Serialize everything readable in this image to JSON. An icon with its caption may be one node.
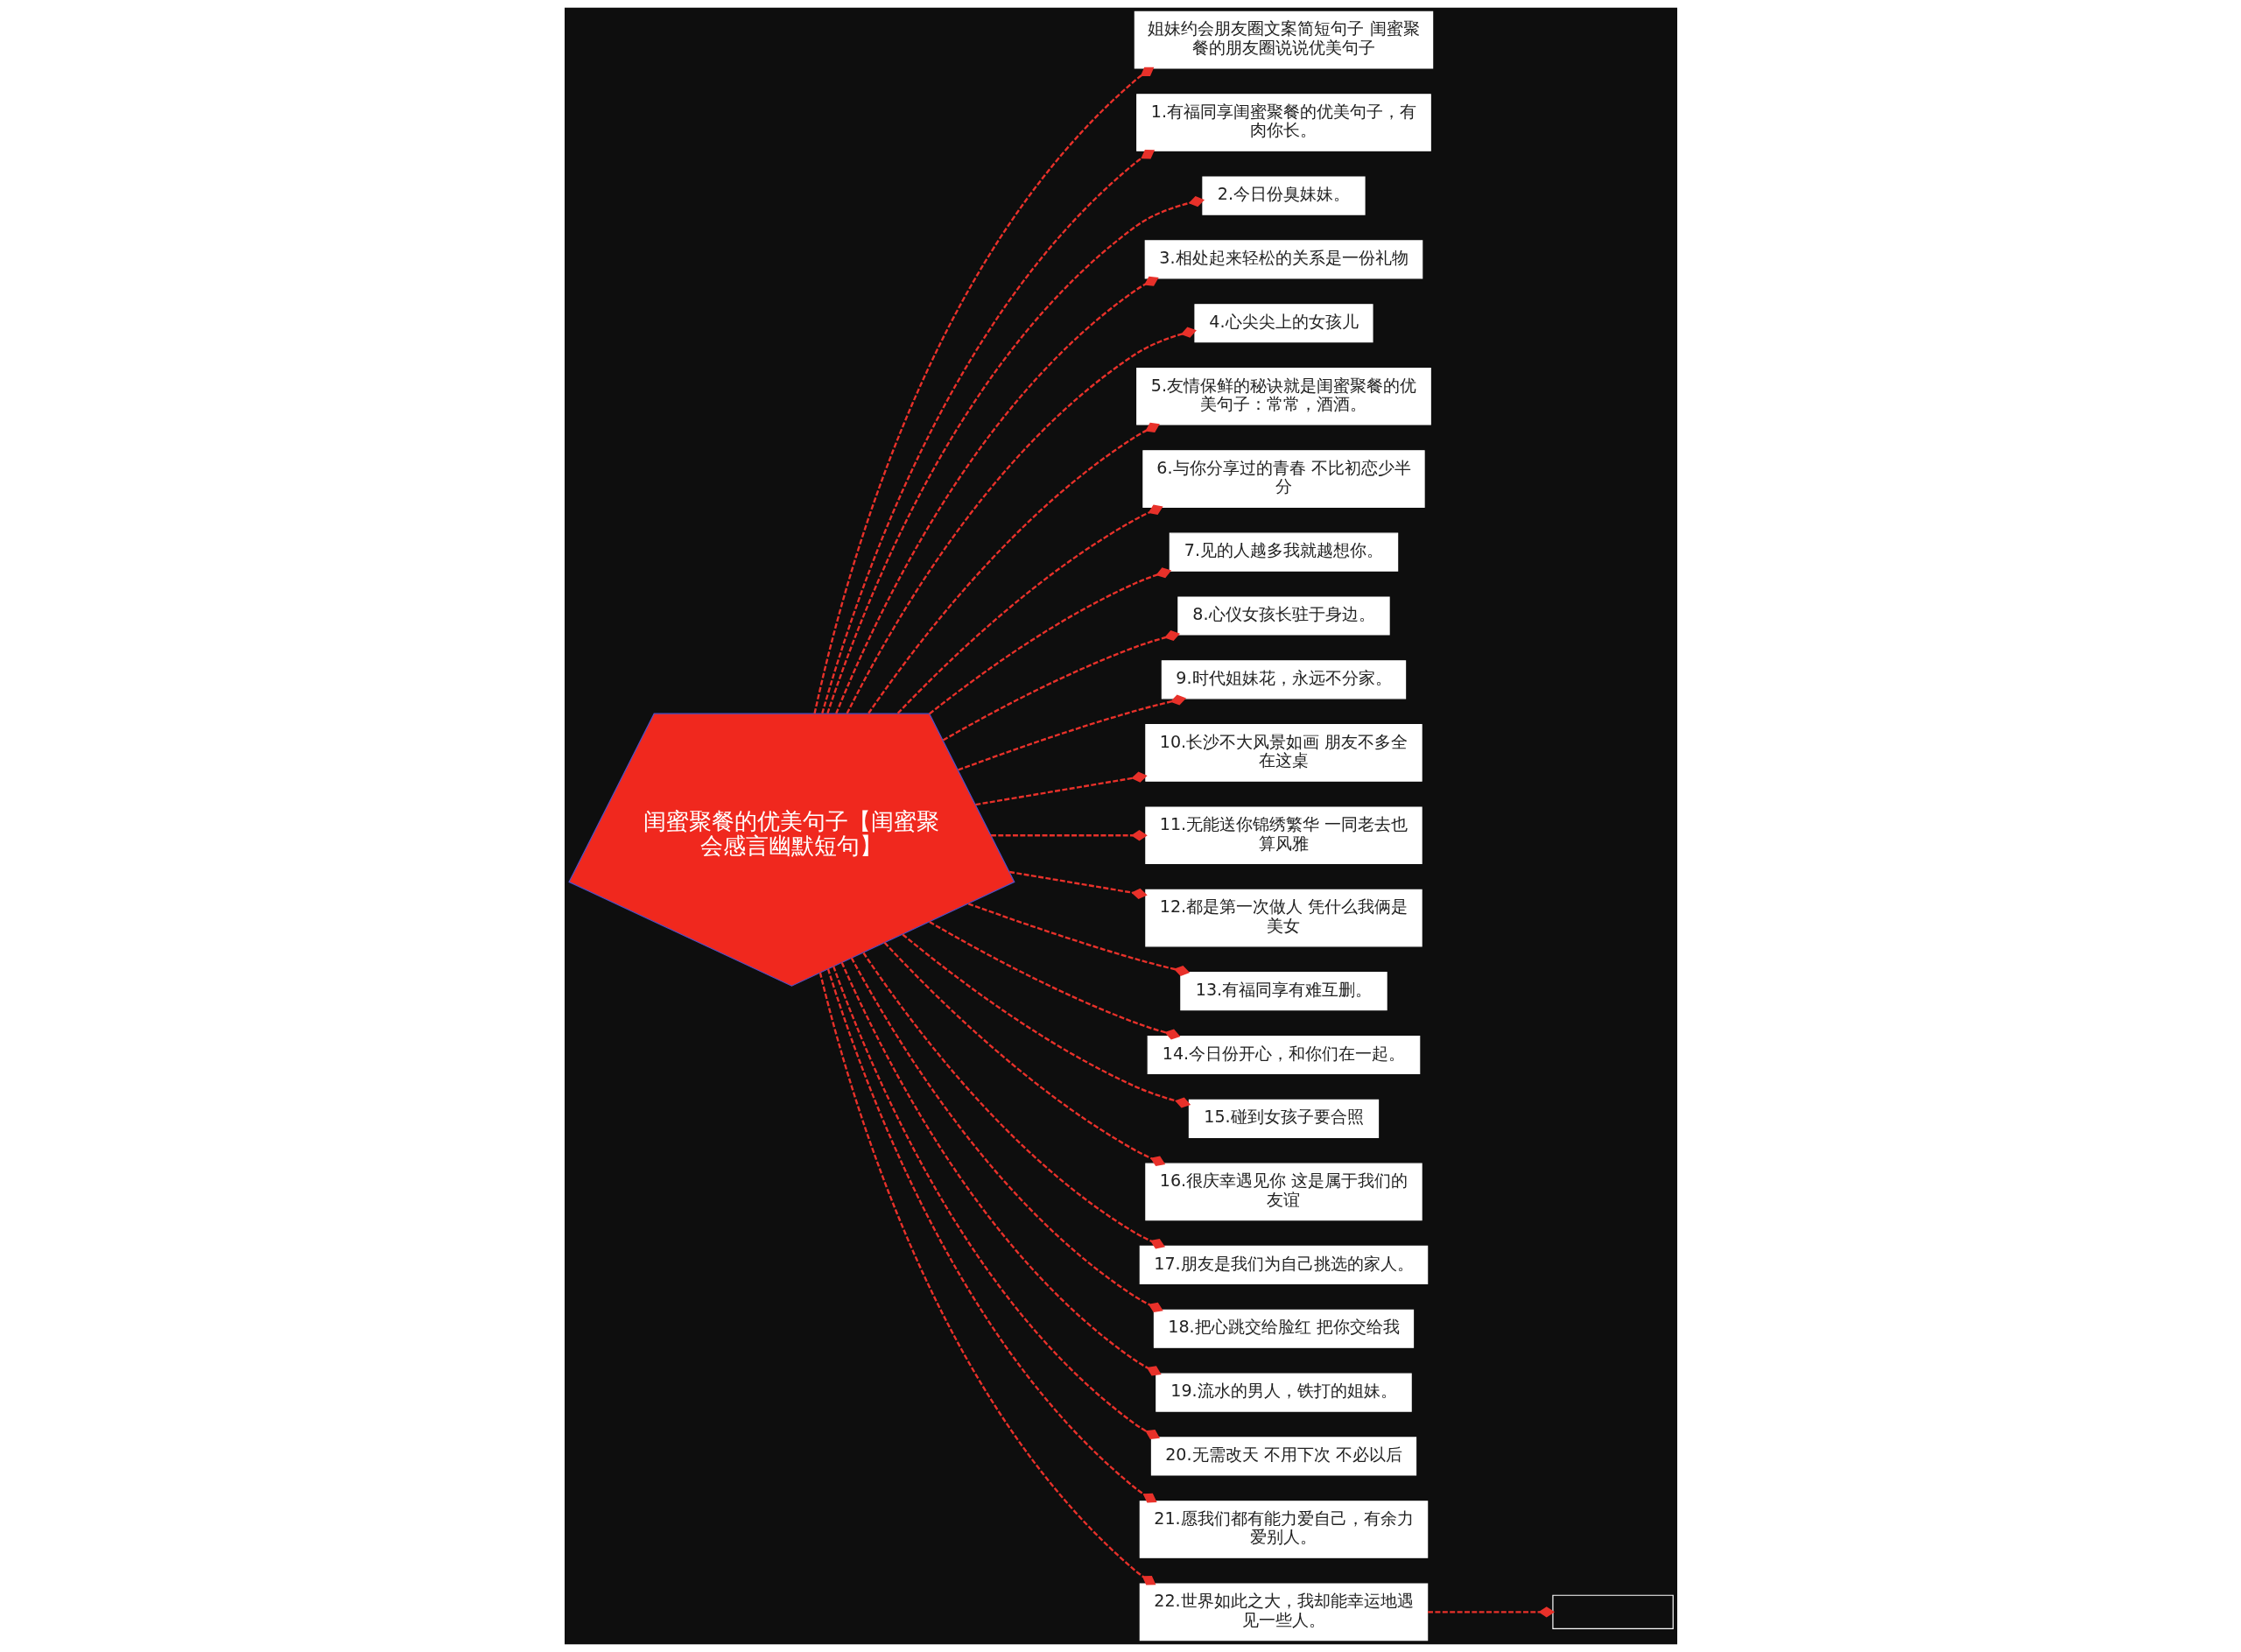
{
  "diagram": {
    "nodes": [
      {
        "text": [
          "闺蜜聚餐的优美句子【闺蜜聚会感言幽默短句】"
        ]
      },
      {
        "text": [
          "姐妹约会朋友圈文案简短句子 闺蜜聚餐的朋友圈说说优美句子"
        ]
      },
      {
        "text": [
          "1.有福同享闺蜜聚餐的优美句子，有肉你长。"
        ]
      },
      {
        "text": [
          "2.今日份臭妹妹。"
        ]
      },
      {
        "text": [
          "3.相处起来轻松的关系是一份礼物"
        ]
      },
      {
        "text": [
          "4.心尖尖上的女孩儿"
        ]
      },
      {
        "text": [
          "5.友情保鲜的秘诀就是闺蜜聚餐的优美句子：常常，酒酒。"
        ]
      },
      {
        "text": [
          "6.与你分享过的青春 不比初恋少半分"
        ]
      },
      {
        "text": [
          "7.见的人越多我就越想你。"
        ]
      },
      {
        "text": [
          "8.心仪女孩长驻于身边。"
        ]
      },
      {
        "text": [
          "9.时代姐妹花，永远不分家。"
        ]
      },
      {
        "text": [
          "10.长沙不大风景如画 朋友不多全在这桌"
        ]
      },
      {
        "text": [
          "11.无能送你锦绣繁华 一同老去也算风雅"
        ]
      },
      {
        "text": [
          "12.都是第一次做人 凭什么我俩是美女"
        ]
      },
      {
        "text": [
          "13.有福同享有难互删。"
        ]
      },
      {
        "text": [
          "14.今日份开心，和你们在一起。"
        ]
      },
      {
        "text": [
          "15.碰到女孩子要合照"
        ]
      },
      {
        "text": [
          "16.很庆幸遇见你 这是属于我们的友谊"
        ]
      },
      {
        "text": [
          "17.朋友是我们为自己挑选的家人。"
        ]
      },
      {
        "text": [
          "18.把心跳交给脸红 把你交给我"
        ]
      },
      {
        "text": [
          "19.流水的男人，铁打的姐妹。"
        ]
      },
      {
        "text": [
          "20.无需改天 不用下次 不必以后"
        ]
      },
      {
        "text": [
          "21.愿我们都有能力爱自己，有余力爱别人。"
        ]
      },
      {
        "text": [
          "22.世界如此之大，我却能幸运地遇见一些人。"
        ]
      },
      {
        "text": [],
        "shape": "box"
      }
    ],
    "edges": [
      {
        "from": 0,
        "to": 1,
        "arrow": "other"
      },
      {
        "from": 0,
        "to": 2,
        "arrow": "other"
      },
      {
        "from": 0,
        "to": 3,
        "arrow": "other"
      },
      {
        "from": 0,
        "to": 4,
        "arrow": "other"
      },
      {
        "from": 0,
        "to": 5,
        "arrow": "other"
      },
      {
        "from": 0,
        "to": 6,
        "arrow": "other"
      },
      {
        "from": 0,
        "to": 7,
        "arrow": "other"
      },
      {
        "from": 0,
        "to": 8,
        "arrow": "other"
      },
      {
        "from": 0,
        "to": 9,
        "arrow": "other"
      },
      {
        "from": 0,
        "to": 10,
        "arrow": "other"
      },
      {
        "from": 0,
        "to": 11,
        "arrow": "other"
      },
      {
        "from": 0,
        "to": 12,
        "arrow": "other"
      },
      {
        "from": 0,
        "to": 13,
        "arrow": "other"
      },
      {
        "from": 0,
        "to": 14,
        "arrow": "other"
      },
      {
        "from": 0,
        "to": 15,
        "arrow": "other"
      },
      {
        "from": 0,
        "to": 16,
        "arrow": "other"
      },
      {
        "from": 0,
        "to": 17,
        "arrow": "other"
      },
      {
        "from": 0,
        "to": 18,
        "arrow": "other"
      },
      {
        "from": 0,
        "to": 19,
        "arrow": "other"
      },
      {
        "from": 0,
        "to": 20,
        "arrow": "other"
      },
      {
        "from": 0,
        "to": 21,
        "arrow": "other"
      },
      {
        "from": 0,
        "to": 22,
        "arrow": "other"
      },
      {
        "from": 0,
        "to": 23,
        "arrow": "other"
      },
      {
        "from": 23,
        "to": 24,
        "arrow": "other"
      }
    ]
  }
}
